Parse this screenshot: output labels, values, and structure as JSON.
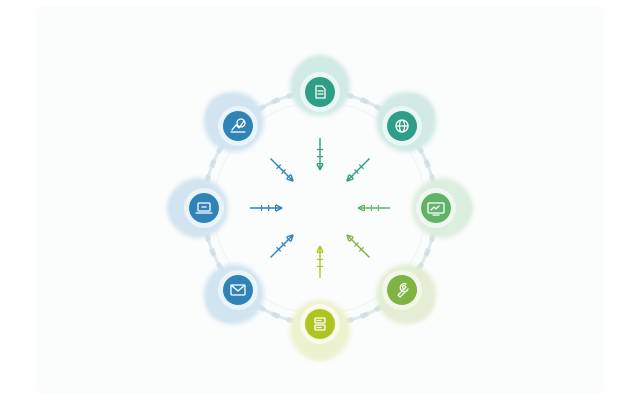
{
  "diagram": {
    "nodes": [
      {
        "id": "top",
        "icon": "document-icon",
        "color": "#2e9e86"
      },
      {
        "id": "top-right",
        "icon": "globe-icon",
        "color": "#2e9e86"
      },
      {
        "id": "right",
        "icon": "monitor-icon",
        "color": "#62b36a"
      },
      {
        "id": "bottom-right",
        "icon": "wrench-icon",
        "color": "#7fb342"
      },
      {
        "id": "bottom",
        "icon": "server-icon",
        "color": "#aec421"
      },
      {
        "id": "bottom-left",
        "icon": "envelope-icon",
        "color": "#2f83b6"
      },
      {
        "id": "left",
        "icon": "laptop-icon",
        "color": "#2f83b6"
      },
      {
        "id": "top-left",
        "icon": "chart-icon",
        "color": "#2f83b6"
      }
    ],
    "colors": {
      "ring": "#dfe9ec",
      "background": "#ffffff"
    }
  }
}
